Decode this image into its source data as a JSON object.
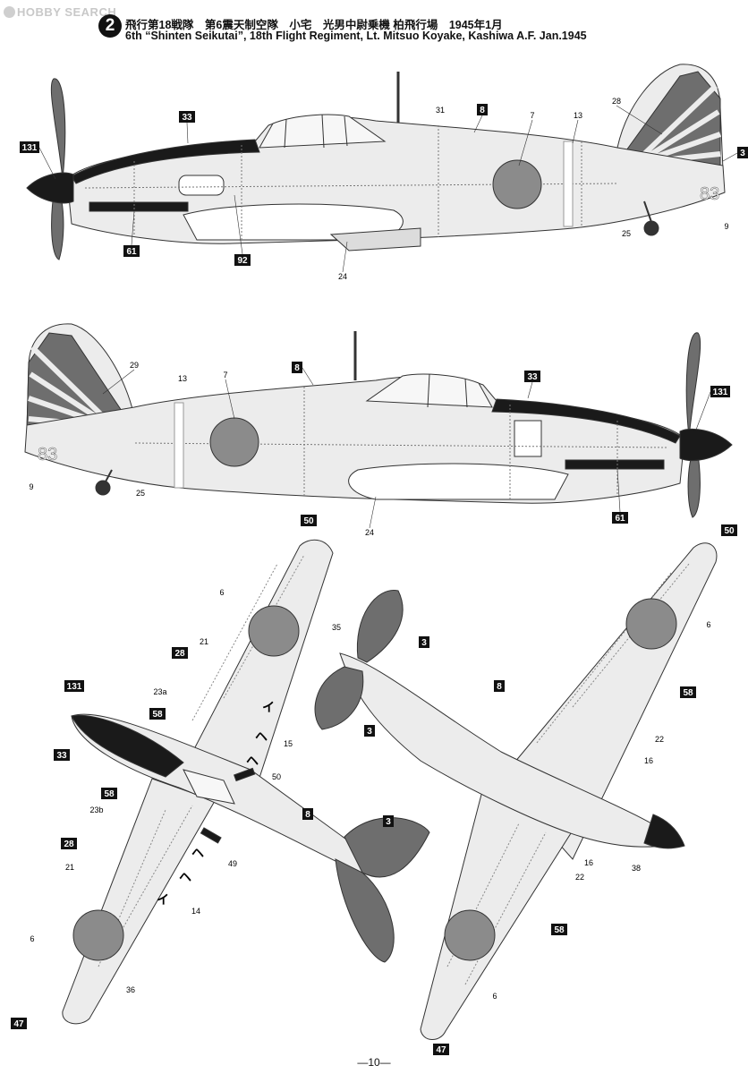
{
  "watermark": {
    "text": "HOBBY SEARCH"
  },
  "header": {
    "scheme_no": "2",
    "title_jp": "飛行第18戦隊　第6震天制空隊　小宅　光男中尉乗機 柏飛行場　1945年1月",
    "title_en": "6th “Shinten Seikutai”, 18th Flight Regiment, Lt. Mitsuo Koyake, Kashiwa A.F. Jan.1945"
  },
  "side_left": {
    "fuselage_code": "83",
    "callouts_boxed": [
      "131",
      "33",
      "8",
      "3",
      "61",
      "92"
    ],
    "callouts_plain": [
      "31",
      "7",
      "13",
      "28",
      "9",
      "25",
      "24"
    ]
  },
  "side_right": {
    "fuselage_code": "83",
    "callouts_boxed": [
      "8",
      "33",
      "131",
      "61"
    ],
    "callouts_plain": [
      "29",
      "13",
      "7",
      "9",
      "25",
      "24"
    ]
  },
  "top_view": {
    "callouts_boxed": [
      "50",
      "28",
      "131",
      "58",
      "33",
      "58",
      "28",
      "8",
      "3",
      "3",
      "47"
    ],
    "callouts_plain": [
      "6",
      "21",
      "35",
      "23a",
      "15",
      "50",
      "23b",
      "21",
      "49",
      "14",
      "6",
      "36"
    ],
    "stencils": [
      "イ",
      "ヘ",
      "ヘ",
      "イ",
      "ヘ",
      "ヘ"
    ]
  },
  "bottom_view": {
    "callouts_boxed": [
      "50",
      "3",
      "8",
      "58",
      "58",
      "47"
    ],
    "callouts_plain": [
      "6",
      "22",
      "16",
      "16",
      "22",
      "38",
      "6"
    ]
  },
  "colors": {
    "hinomaru": "#8b8b8b",
    "dark_green": "#6e6e6e",
    "silver": "#ececec",
    "line": "#333333",
    "black": "#1a1a1a"
  },
  "footer": {
    "page": "—10—"
  }
}
